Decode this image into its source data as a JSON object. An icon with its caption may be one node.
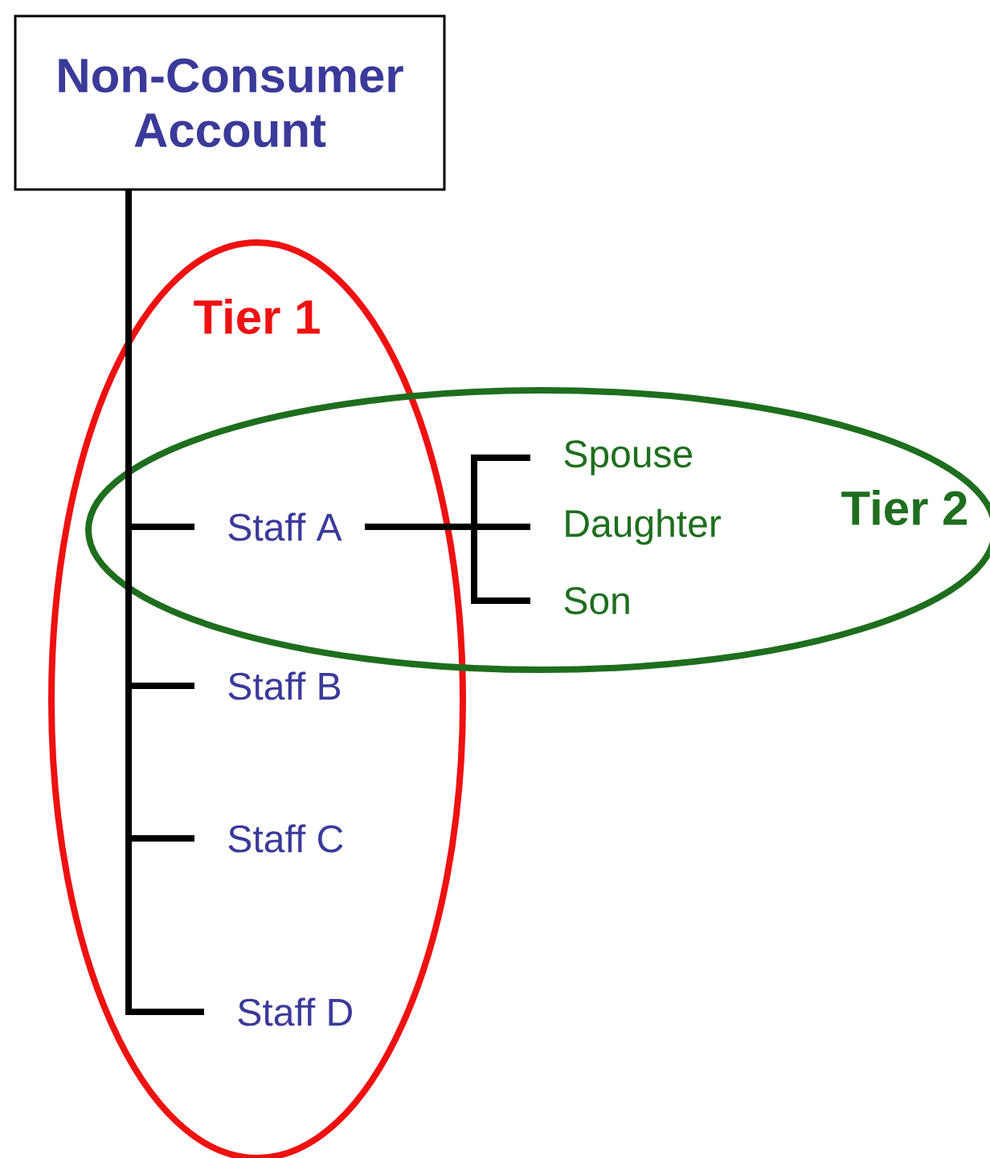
{
  "diagram": {
    "nodes": [
      {
        "text": [
          "Non-Consumer Account"
        ]
      },
      {
        "text": [
          "Tier 1"
        ]
      },
      {
        "text": [
          "Tier 2"
        ]
      },
      {
        "text": [
          "Staff A"
        ]
      },
      {
        "text": [
          "Spouse"
        ],
        "in": 2
      },
      {
        "text": [
          "Daughter"
        ],
        "in": 2
      },
      {
        "text": [
          "Son"
        ],
        "in": 2
      },
      {
        "text": [
          "Staff B"
        ],
        "in": 1
      },
      {
        "text": [
          "Staff C"
        ],
        "in": 1
      },
      {
        "text": [
          "Staff D"
        ],
        "in": 1
      }
    ],
    "edges": [
      {
        "from": 0,
        "to": 3,
        "arrow": "none"
      },
      {
        "from": 0,
        "to": 7,
        "arrow": "none"
      },
      {
        "from": 0,
        "to": 8,
        "arrow": "none"
      },
      {
        "from": 0,
        "to": 9,
        "arrow": "none"
      },
      {
        "from": 3,
        "to": 4,
        "arrow": "none"
      },
      {
        "from": 3,
        "to": 5,
        "arrow": "none"
      },
      {
        "from": 3,
        "to": 6,
        "arrow": "none"
      }
    ]
  }
}
